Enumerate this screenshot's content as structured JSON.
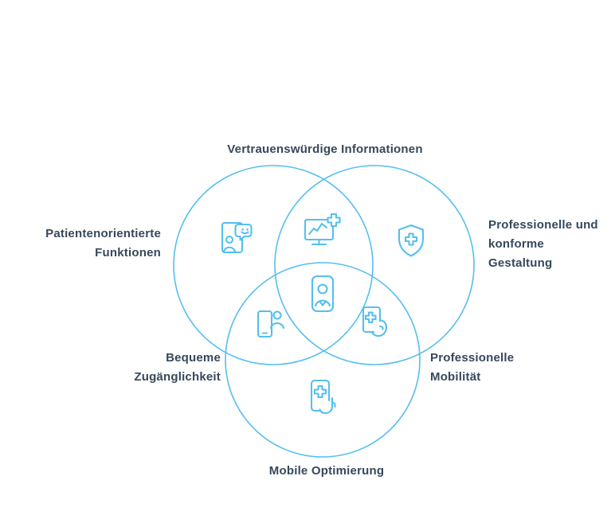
{
  "diagram": {
    "colors": {
      "accent": "#54BFEF",
      "text": "#36485C",
      "background": "#FFFFFF"
    },
    "labels": {
      "top": {
        "lines": [
          "Vertrauenswürdige Informationen"
        ]
      },
      "left": {
        "lines": [
          "Patientenorientierte",
          "Funktionen"
        ]
      },
      "right": {
        "lines": [
          "Professionelle und",
          "konforme",
          "Gestaltung"
        ]
      },
      "bottom_left": {
        "lines": [
          "Bequeme",
          "Zugänglichkeit"
        ]
      },
      "bottom_right": {
        "lines": [
          "Professionelle",
          "Mobilität"
        ]
      },
      "bottom": {
        "lines": [
          "Mobile Optimierung"
        ]
      }
    },
    "icons": [
      {
        "name": "tablet-patient-chat-icon"
      },
      {
        "name": "monitor-health-chart-icon"
      },
      {
        "name": "shield-medical-cross-icon"
      },
      {
        "name": "patient-id-card-icon"
      },
      {
        "name": "smartphone-person-icon"
      },
      {
        "name": "hand-tablet-medical-icon"
      },
      {
        "name": "smartphone-medical-tap-icon"
      }
    ]
  }
}
